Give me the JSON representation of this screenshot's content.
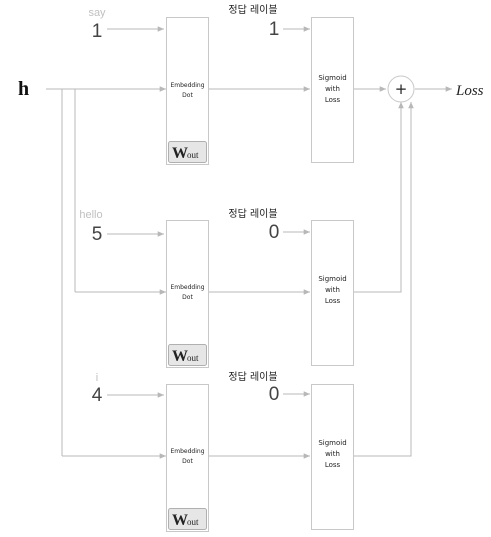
{
  "input": {
    "label": "h"
  },
  "output": {
    "label": "Loss"
  },
  "sum_node": {
    "symbol": "+"
  },
  "colors": {
    "line": "#b8b8b8",
    "word": "#c0c0c0",
    "box_stroke": "#c8c8c8",
    "text": "#222222",
    "w_fill": "#e6e6e6"
  },
  "rows": [
    {
      "word": "say",
      "index": "1",
      "correct_label_caption": "정답 레이블",
      "label_value": "1",
      "embed": {
        "line1": "Embedding",
        "line2": "Dot"
      },
      "weight": {
        "main": "W",
        "sub": "out"
      },
      "sigmoid": {
        "line1": "Sigmoid",
        "line2": "with",
        "line3": "Loss"
      }
    },
    {
      "word": "hello",
      "index": "5",
      "correct_label_caption": "정답 레이블",
      "label_value": "0",
      "embed": {
        "line1": "Embedding",
        "line2": "Dot"
      },
      "weight": {
        "main": "W",
        "sub": "out"
      },
      "sigmoid": {
        "line1": "Sigmoid",
        "line2": "with",
        "line3": "Loss"
      }
    },
    {
      "word": "i",
      "index": "4",
      "correct_label_caption": "정답 레이블",
      "label_value": "0",
      "embed": {
        "line1": "Embedding",
        "line2": "Dot"
      },
      "weight": {
        "main": "W",
        "sub": "out"
      },
      "sigmoid": {
        "line1": "Sigmoid",
        "line2": "with",
        "line3": "Loss"
      }
    }
  ]
}
